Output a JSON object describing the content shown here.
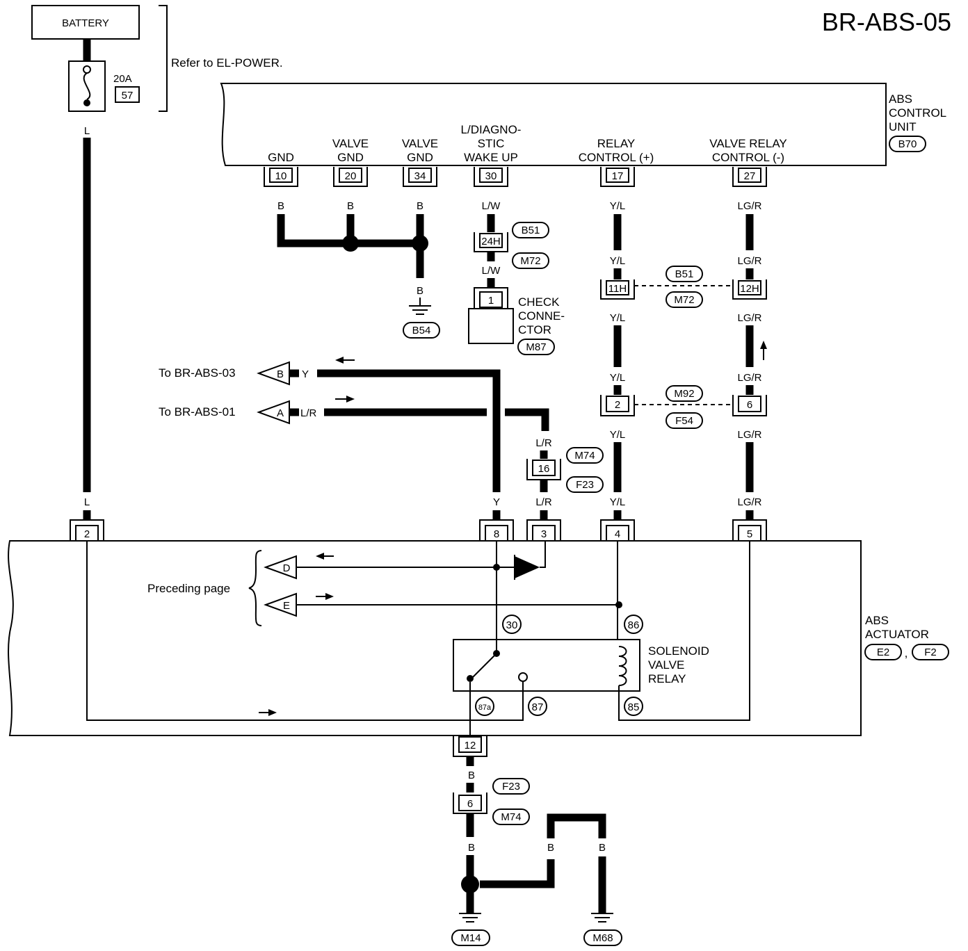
{
  "page_title": "BR-ABS-05",
  "battery": {
    "label": "BATTERY",
    "fuse_rating": "20A",
    "fuse_no": "57",
    "note": "Refer to EL-POWER."
  },
  "abs_control_unit": {
    "title_lines": [
      "ABS",
      "CONTROL",
      "UNIT"
    ],
    "connector": "B70",
    "terminals": [
      {
        "pin": "10",
        "label_lines": [
          "GND"
        ],
        "wire": "B"
      },
      {
        "pin": "20",
        "label_lines": [
          "VALVE",
          "GND"
        ],
        "wire": "B"
      },
      {
        "pin": "34",
        "label_lines": [
          "VALVE",
          "GND"
        ],
        "wire": "B"
      },
      {
        "pin": "30",
        "label_lines": [
          "L/DIAGNO-",
          "STIC",
          "WAKE UP"
        ],
        "wire": "L/W"
      },
      {
        "pin": "17",
        "label_lines": [
          "RELAY",
          "CONTROL (+)"
        ],
        "wire": "Y/L"
      },
      {
        "pin": "27",
        "label_lines": [
          "VALVE RELAY",
          "CONTROL (-)"
        ],
        "wire": "LG/R"
      }
    ]
  },
  "wire_colors": {
    "L": "L",
    "B": "B",
    "LW": "L/W",
    "YL": "Y/L",
    "LGR": "LG/R",
    "Y": "Y",
    "LR": "L/R"
  },
  "connectors": {
    "b51": "B51",
    "m72": "M72",
    "b54": "B54",
    "m87": "M87",
    "m92": "M92",
    "f54": "F54",
    "m74": "M74",
    "f23": "F23",
    "m14": "M14",
    "m68": "M68",
    "e2": "E2",
    "f2": "F2"
  },
  "pins": {
    "p24h": "24H",
    "p11h": "11H",
    "p12h": "12H",
    "p1": "1",
    "p2": "2",
    "p6": "6",
    "p16": "16",
    "a2": "2",
    "a8": "8",
    "a3": "3",
    "a4": "4",
    "a5": "5",
    "a12": "12",
    "g6": "6"
  },
  "check_connector_lines": [
    "CHECK",
    "CONNE-",
    "CTOR"
  ],
  "offpage": [
    {
      "letter": "B",
      "text": "To BR-ABS-03",
      "wire": "Y"
    },
    {
      "letter": "A",
      "text": "To BR-ABS-01",
      "wire": "L/R"
    }
  ],
  "preceding": {
    "text": "Preceding page",
    "letters": [
      "D",
      "E"
    ]
  },
  "relay": {
    "label_lines": [
      "SOLENOID",
      "VALVE",
      "RELAY"
    ],
    "terminals": {
      "t30": "30",
      "t86": "86",
      "t87a": "87a",
      "t87": "87",
      "t85": "85"
    }
  },
  "abs_actuator": {
    "title_lines": [
      "ABS",
      "ACTUATOR"
    ],
    "separator": ","
  }
}
